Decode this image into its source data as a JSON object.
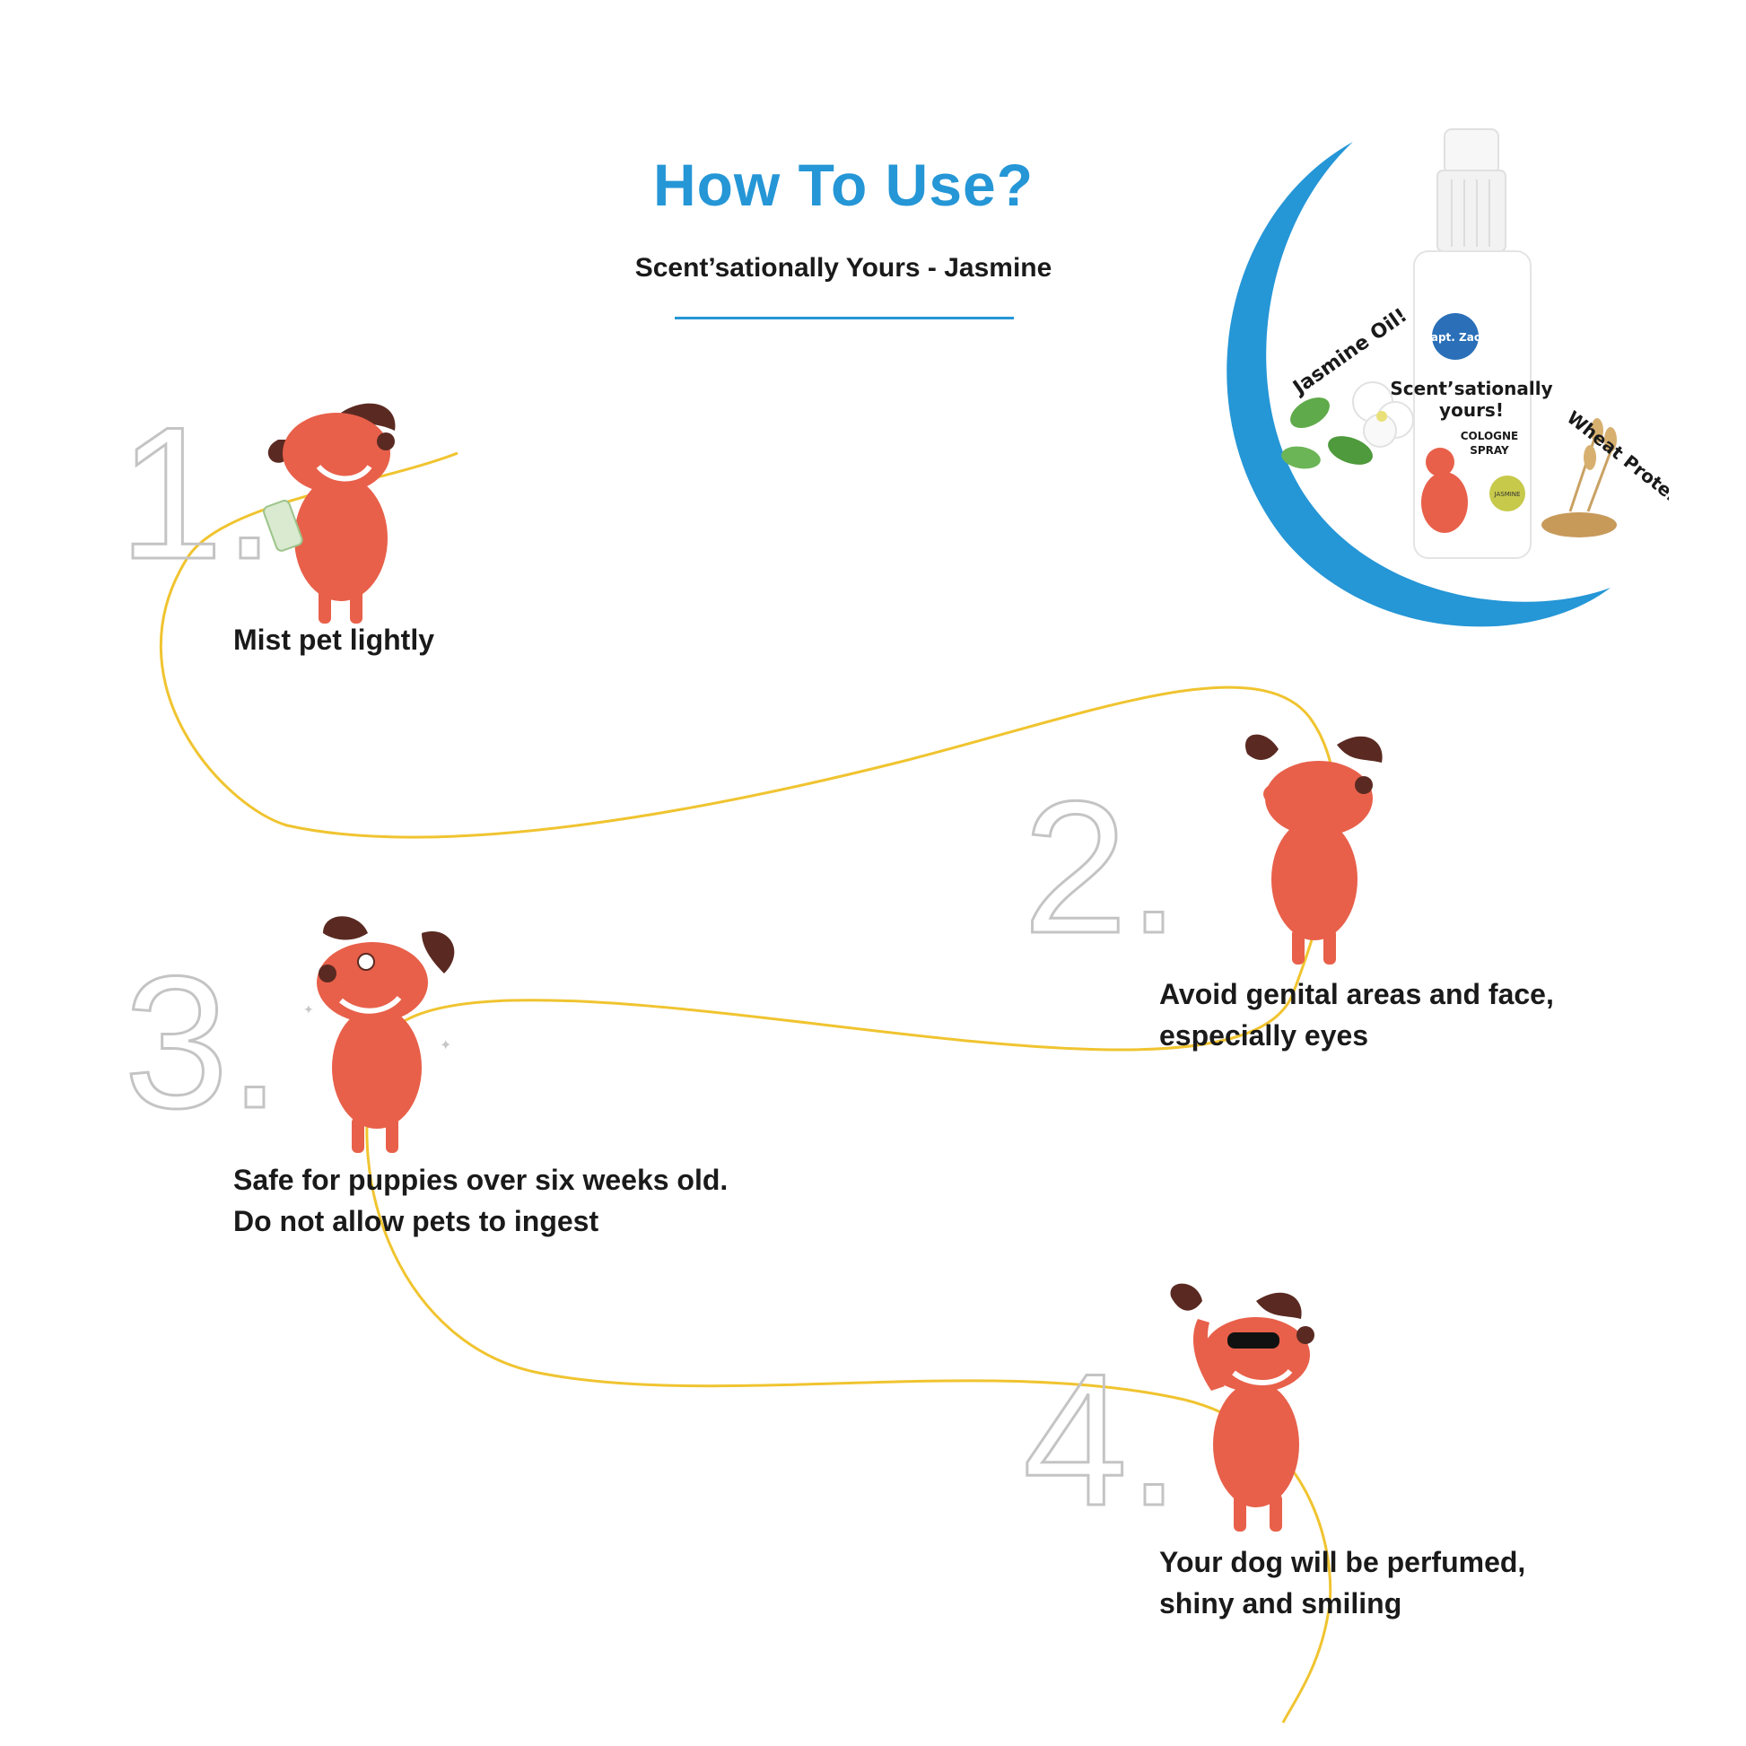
{
  "header": {
    "title": "How To Use?",
    "subtitle": "Scent’sationally Yours - Jasmine"
  },
  "colors": {
    "accent_blue": "#2596d6",
    "path_yellow": "#f0c430",
    "dog_body": "#e8604a",
    "dog_ear": "#5a2a22",
    "number_gray": "#c4c4c4",
    "text_dark": "#1a1a1a"
  },
  "steps": [
    {
      "number": "1.",
      "lines": [
        "Mist pet lightly"
      ]
    },
    {
      "number": "2.",
      "lines": [
        "Avoid genital areas and face,",
        "especially eyes"
      ]
    },
    {
      "number": "3.",
      "lines": [
        "Safe for puppies over six weeks old.",
        "Do not allow pets to ingest"
      ]
    },
    {
      "number": "4.",
      "lines": [
        "Your dog will be perfumed,",
        "shiny and smiling"
      ]
    }
  ],
  "product": {
    "brand": "Capt. Zack",
    "name_line1": "Scent’sationally",
    "name_line2": "yours!",
    "type_line1": "COLOGNE",
    "type_line2": "SPRAY",
    "badge": "JASMINE",
    "callout_left": "Jasmine Oil!",
    "callout_right": "Wheat Protein!",
    "icons": [
      "spray-bottle-icon",
      "jasmine-flower-icon",
      "wheat-icon"
    ]
  }
}
